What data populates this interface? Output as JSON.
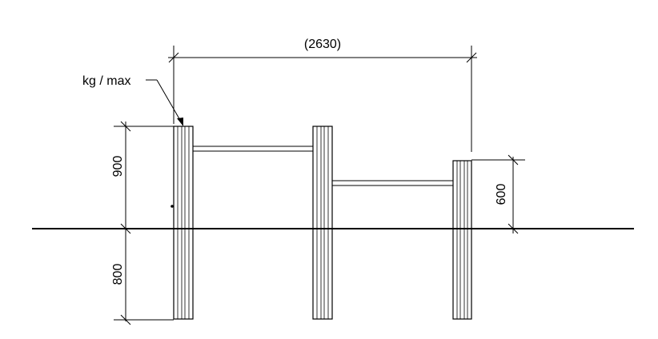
{
  "labels": {
    "overall_width": "(2630)",
    "post_label": "kg / max",
    "tall_height": "900",
    "depth": "800",
    "short_height": "600"
  }
}
